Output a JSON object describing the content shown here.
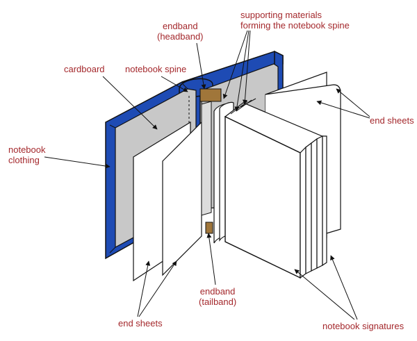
{
  "labels": {
    "endband_head": [
      "endband",
      "(headband)"
    ],
    "supporting_materials": [
      "supporting materials",
      "forming the notebook spine"
    ],
    "cardboard": "cardboard",
    "notebook_spine": "notebook spine",
    "notebook_clothing": [
      "notebook",
      "clothing"
    ],
    "end_sheets_right": "end sheets",
    "end_sheets_bottom": "end sheets",
    "endband_tail": [
      "endband",
      "(tailband)"
    ],
    "notebook_signatures": "notebook signatures"
  },
  "colors": {
    "label_text": "#a4282c",
    "cloth_blue": "#1e4bb4",
    "cardboard_grey": "#c8c8c8",
    "endband_brown": "#a0763a",
    "paper_white": "#ffffff",
    "outline": "#111111"
  }
}
